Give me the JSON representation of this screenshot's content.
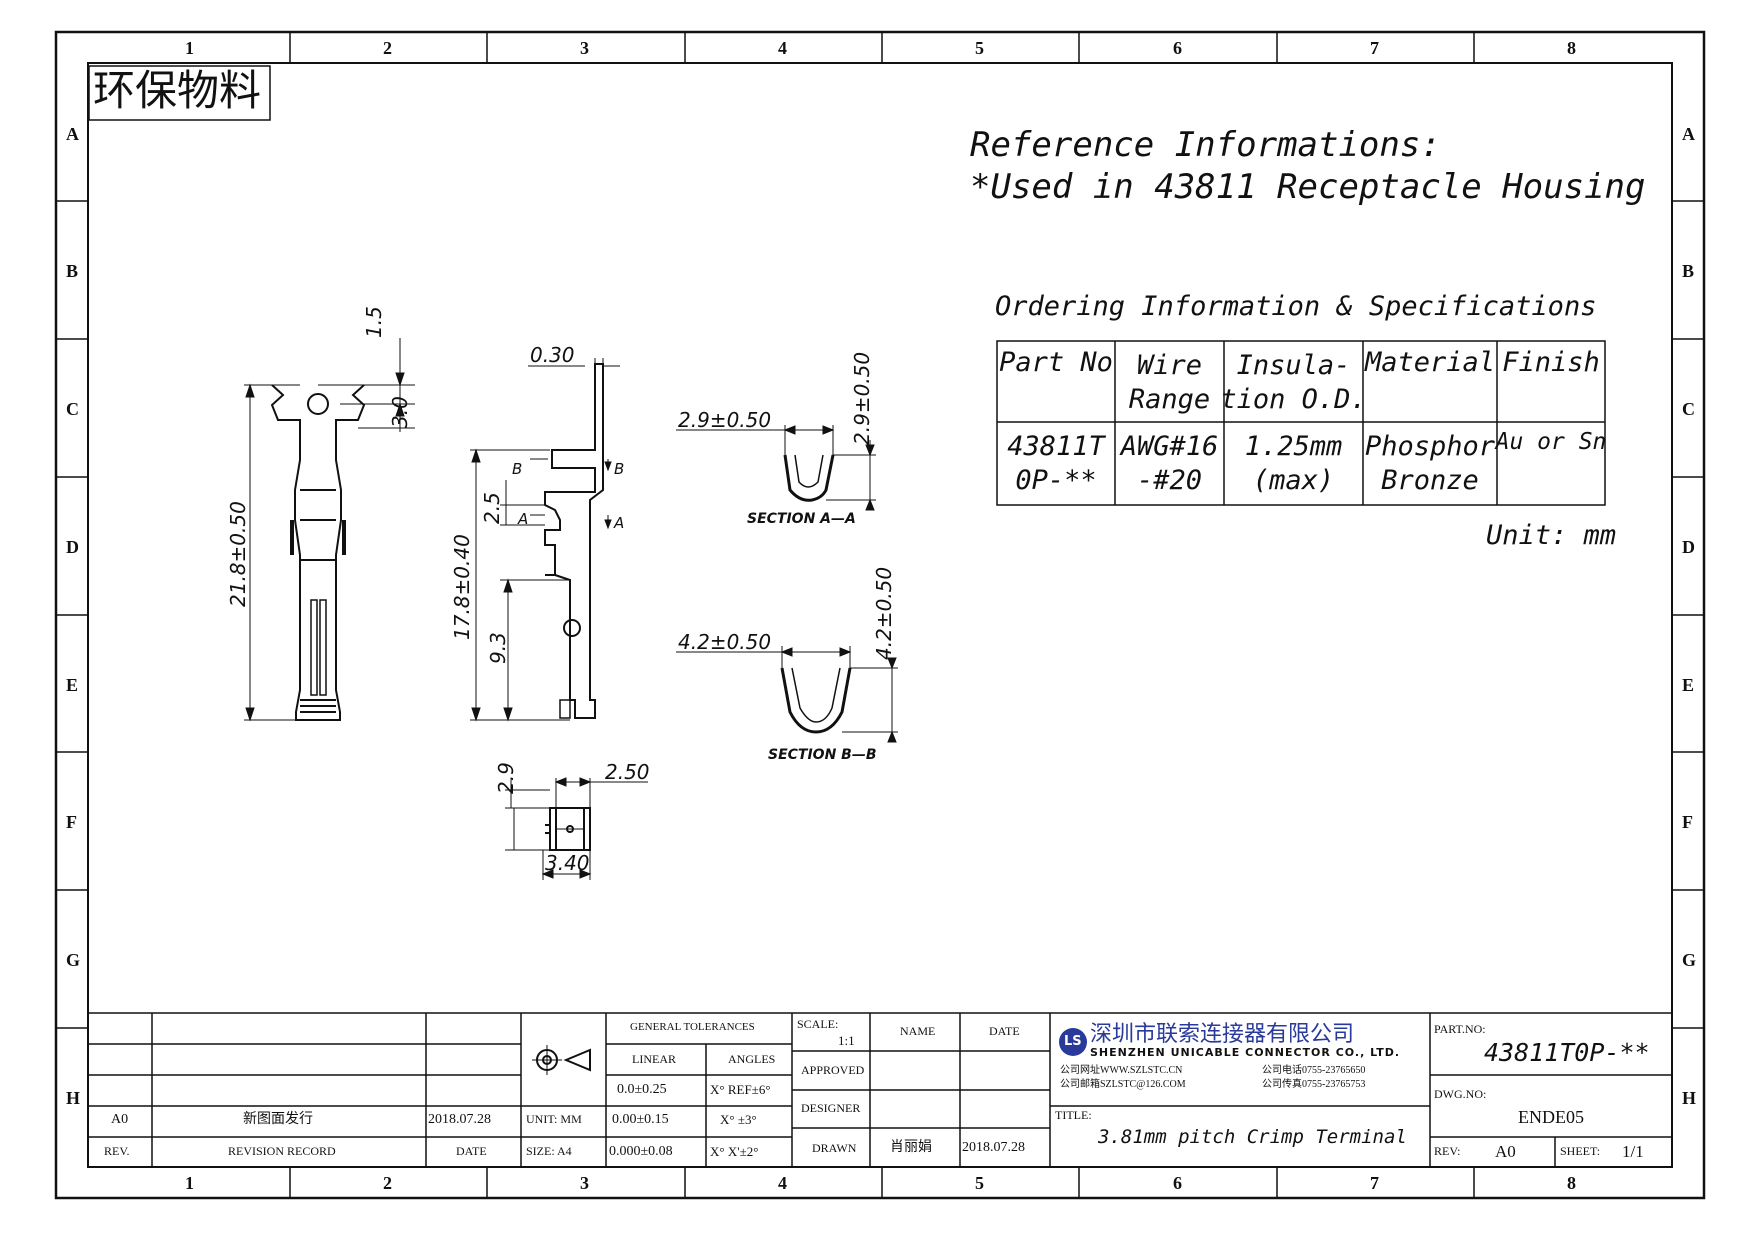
{
  "frame": {
    "columns": [
      "1",
      "2",
      "3",
      "4",
      "5",
      "6",
      "7",
      "8"
    ],
    "rows": [
      "A",
      "B",
      "C",
      "D",
      "E",
      "F",
      "G",
      "H"
    ]
  },
  "stamp": "环保物料",
  "reference": {
    "line1": "Reference Informations:",
    "line2": "*Used in 43811 Receptacle Housing"
  },
  "ordering": {
    "title": "Ordering Information & Specifications",
    "headers": [
      "Part No",
      "Wire Range",
      "Insula-tion O.D.",
      "Material",
      "Finish"
    ],
    "header_lines": [
      [
        "Part No"
      ],
      [
        "Wire",
        "Range"
      ],
      [
        "Insula-",
        "tion O.D."
      ],
      [
        "Material"
      ],
      [
        "Finish"
      ]
    ],
    "row_lines": [
      [
        "43811T",
        "0P-**"
      ],
      [
        "AWG#16",
        "-#20"
      ],
      [
        "1.25mm",
        "(max)"
      ],
      [
        "Phosphor",
        "Bronze"
      ],
      [
        "Au or Sn"
      ]
    ],
    "unit": "Unit: mm"
  },
  "dimensions": {
    "d1_5": "1.5",
    "d3_0": "3.0",
    "d21_8": "21.8±0.50",
    "d0_30": "0.30",
    "d17_8": "17.8±0.40",
    "d2_5": "2.5",
    "d9_3": "9.3",
    "sec_a_w": "2.9±0.50",
    "sec_a_h": "2.9±0.50",
    "sec_a_label": "SECTION A—A",
    "sec_b_w": "4.2±0.50",
    "sec_b_h": "4.2±0.50",
    "sec_b_label": "SECTION B—B",
    "d2_9": "2.9",
    "d2_50": "2.50",
    "d3_40": "3.40",
    "label_a": "A",
    "label_b": "B"
  },
  "title_block": {
    "rev_a0": "A0",
    "rev_desc": "新图面发行",
    "rev_date": "2018.07.28",
    "rev_header": "REV.",
    "revision_record": "REVISION RECORD",
    "date_header": "DATE",
    "unit": "UNIT: MM",
    "size": "SIZE: A4",
    "general_tolerances": "GENERAL TOLERANCES",
    "linear": "LINEAR",
    "angles": "ANGLES",
    "lin1": "0.0±0.25",
    "lin2": "0.00±0.15",
    "lin3": "0.000±0.08",
    "ang1": "X° REF±6°",
    "ang2": "X° ±3°",
    "ang3": "X° X'±2°",
    "scale_label": "SCALE:",
    "scale_value": "1:1",
    "approved": "APPROVED",
    "designer": "DESIGNER",
    "drawn": "DRAWN",
    "name_header": "NAME",
    "date_header2": "DATE",
    "drawn_name": "肖丽娟",
    "drawn_date": "2018.07.28",
    "company_cn": "深圳市联索连接器有限公司",
    "company_en": "SHENZHEN UNICABLE CONNECTOR CO., LTD.",
    "website": "公司网址WWW.SZLSTC.CN",
    "email": "公司邮箱SZLSTC@126.COM",
    "phone": "公司电话0755-23765650",
    "fax": "公司传真0755-23765753",
    "title_label": "TITLE:",
    "title_value": "3.81mm pitch Crimp Terminal",
    "part_no_label": "PART.NO:",
    "part_no_value": "43811T0P-**",
    "dwg_no_label": "DWG.NO:",
    "dwg_no_value": "ENDE05",
    "rev_label": "REV:",
    "rev_value": "A0",
    "sheet_label": "SHEET:",
    "sheet_value": "1/1",
    "logo_text": "LS"
  }
}
